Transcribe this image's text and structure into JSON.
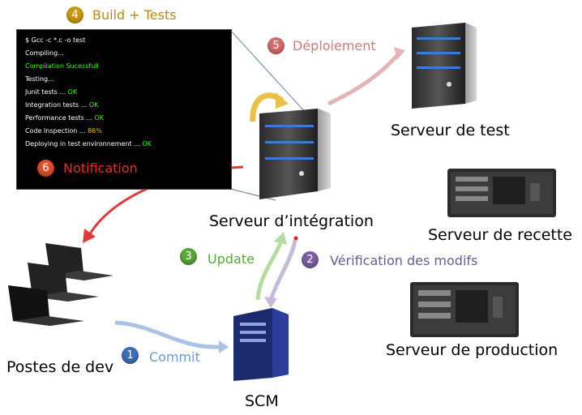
{
  "terminal": {
    "lines": [
      {
        "text": "$ Gcc -c *.c -o test",
        "suffix": ""
      },
      {
        "text": "Compiling...",
        "suffix": ""
      },
      {
        "text": "Compilation Sucessfull",
        "suffix": ""
      },
      {
        "text": "Testing...",
        "suffix": ""
      },
      {
        "text": "Junit tests ... ",
        "suffix": "OK"
      },
      {
        "text": "Integration tests ... ",
        "suffix": "OK"
      },
      {
        "text": "Performance tests ... ",
        "suffix": "OK"
      },
      {
        "text": "Code Inspection ... ",
        "suffix": "86%"
      },
      {
        "text": "Deploying in test environnement ... ",
        "suffix": "OK"
      }
    ]
  },
  "steps": [
    {
      "number": "1",
      "label": "Commit",
      "color": "#3d6fb4",
      "text_color": "#6b9bd2"
    },
    {
      "number": "2",
      "label": "Vérification des modifs",
      "color": "#7a5fa3",
      "text_color": "#6d5a92"
    },
    {
      "number": "3",
      "label": "Update",
      "color": "#5aa63a",
      "text_color": "#5aa63a"
    },
    {
      "number": "4",
      "label": "Build + Tests",
      "color": "#c89a12",
      "text_color": "#b58b10"
    },
    {
      "number": "5",
      "label": "Déploiement",
      "color": "#d46b6b",
      "text_color": "#cf7b7b"
    },
    {
      "number": "6",
      "label": "Notification",
      "color": "#e0502a",
      "text_color": "#e0302a"
    }
  ],
  "nodes": {
    "integration": "Serveur d’intégration",
    "test": "Serveur de test",
    "recette": "Serveur de recette",
    "production": "Serveur de production",
    "scm": "SCM",
    "dev": "Postes de dev"
  }
}
